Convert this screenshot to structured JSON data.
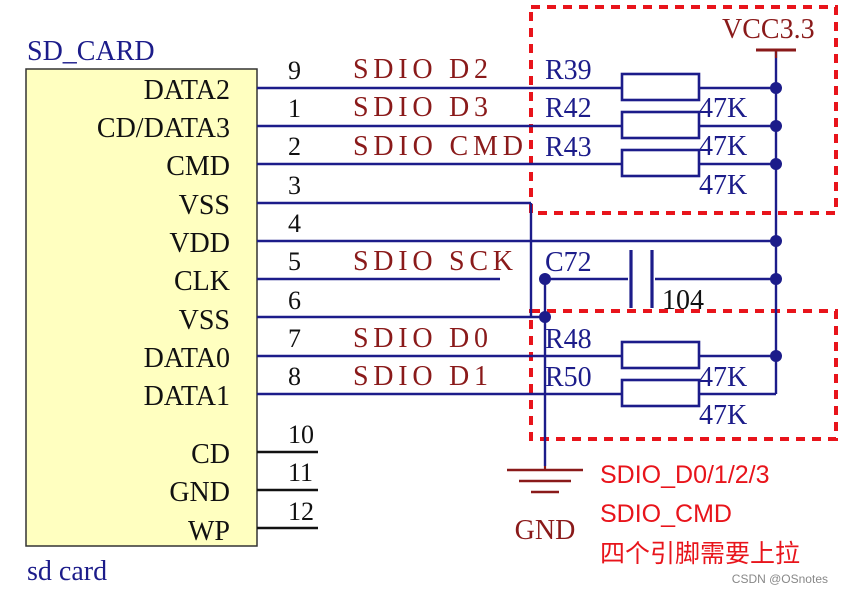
{
  "component": {
    "title": "SD_CARD",
    "footer": "sd card",
    "pins": [
      {
        "name": "DATA2",
        "num": "9",
        "net": "SDIO D2"
      },
      {
        "name": "CD/DATA3",
        "num": "1",
        "net": "SDIO D3"
      },
      {
        "name": "CMD",
        "num": "2",
        "net": "SDIO CMD"
      },
      {
        "name": "VSS",
        "num": "3",
        "net": ""
      },
      {
        "name": "VDD",
        "num": "4",
        "net": ""
      },
      {
        "name": "CLK",
        "num": "5",
        "net": "SDIO SCK"
      },
      {
        "name": "VSS",
        "num": "6",
        "net": ""
      },
      {
        "name": "DATA0",
        "num": "7",
        "net": "SDIO D0"
      },
      {
        "name": "DATA1",
        "num": "8",
        "net": "SDIO D1"
      },
      {
        "name": "CD",
        "num": "10",
        "net": ""
      },
      {
        "name": "GND",
        "num": "11",
        "net": ""
      },
      {
        "name": "WP",
        "num": "12",
        "net": ""
      }
    ]
  },
  "resistors": [
    {
      "ref": "R39",
      "value": ""
    },
    {
      "ref": "R42",
      "value": "47K"
    },
    {
      "ref": "R43",
      "value": "47K"
    },
    {
      "ref": "",
      "value": "47K"
    },
    {
      "ref": "R48",
      "value": ""
    },
    {
      "ref": "R50",
      "value": "47K"
    },
    {
      "ref": "",
      "value": "47K"
    }
  ],
  "capacitor": {
    "ref": "C72",
    "value": "104"
  },
  "power": {
    "vcc": "VCC3.3",
    "gnd": "GND"
  },
  "annotation": [
    "SDIO_D0/1/2/3",
    "SDIO_CMD",
    "四个引脚需要上拉"
  ],
  "watermark": "CSDN @OSnotes",
  "colors": {
    "wire": "#1c1c8a",
    "net_label": "#8a1a1a",
    "highlight": "#e8141b",
    "body_fill": "#ffffc0"
  }
}
